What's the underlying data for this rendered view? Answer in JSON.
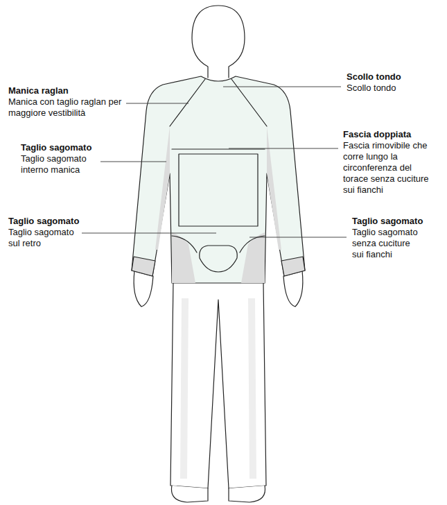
{
  "diagram": {
    "labels": [
      "Scollo tondo",
      "Scollo tondo",
      "Manica raglan",
      "Manica con taglio raglan per maggiore vestibilità",
      "Fascia doppiata",
      "Fascia rimovibile che corre lungo la circonferenza del torace senza cuciture sui fianchi",
      "Taglio sagomato",
      "Taglio sagomato interno manica",
      "Taglio sagomato",
      "Taglio sagomato sul retro",
      "Taglio sagomato",
      "Taglio sagomato senza cuciture sui fianchi"
    ]
  }
}
